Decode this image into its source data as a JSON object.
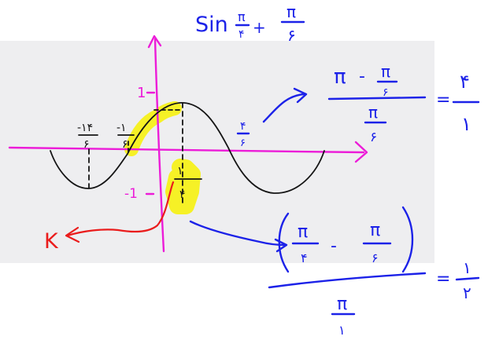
{
  "colors": {
    "background": "#ffffff",
    "graph_panel": "#eeeef0",
    "blue_ink": "#1c22e8",
    "black_ink": "#151515",
    "magenta_ink": "#ec1cd8",
    "red_ink": "#ea1c1c",
    "highlight": "#f5f01a"
  },
  "top_expression": {
    "sin": "Sin",
    "pi": "π",
    "den1": "۴",
    "plus": "+",
    "den2": "۶"
  },
  "graph": {
    "y_label_top": "1",
    "y_label_bottom": "-1",
    "tick_left_num": "-۱۴",
    "tick_left_den": "۶",
    "tick_mid_num": "-۱",
    "tick_mid_den": "۶",
    "tick_right_num": "۱",
    "tick_right_den": "۴",
    "tick_far_right": "۴",
    "tick_far_right_den": "۶"
  },
  "formula_right": {
    "pi": "π",
    "minus": "-",
    "den_inner": "۶",
    "den_bottom": "۶",
    "equals": "=",
    "result_num": "۴",
    "result_den": "۱"
  },
  "formula_bottom": {
    "pi": "π",
    "den_left": "۴",
    "minus": "-",
    "den_right": "۶",
    "den_bottom": "۱",
    "equals": "=",
    "result_num": "۱",
    "result_den": "۲"
  },
  "red_label": "K"
}
